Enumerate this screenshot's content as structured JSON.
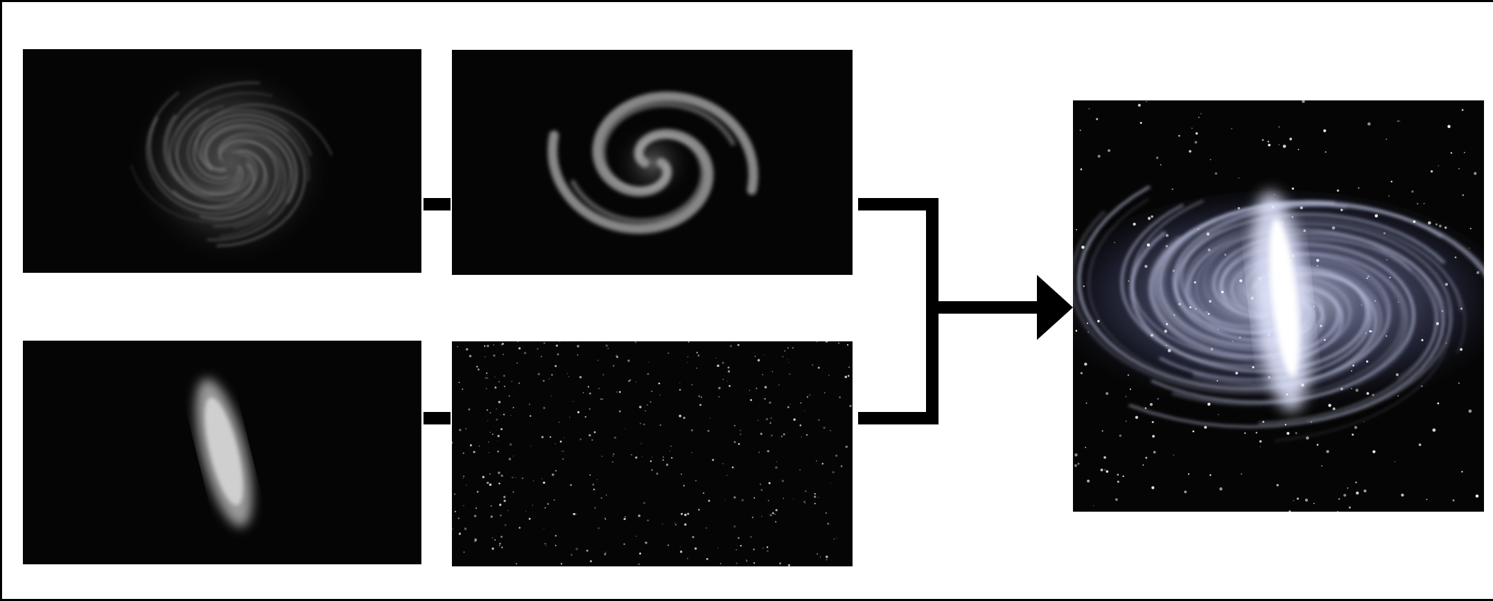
{
  "diagram": {
    "inputs": [
      {
        "id": "swirl-soft",
        "icon": "soft-swirl-texture"
      },
      {
        "id": "swirl-arms",
        "icon": "spiral-arms-texture"
      },
      {
        "id": "bulge",
        "icon": "bright-core-texture"
      },
      {
        "id": "stars",
        "icon": "starfield-texture"
      }
    ],
    "output": {
      "id": "result",
      "icon": "composite-galaxy"
    },
    "colors": {
      "background": "#050505",
      "stroke": "#000000",
      "galaxy_tint": "#b9bfdc"
    }
  }
}
